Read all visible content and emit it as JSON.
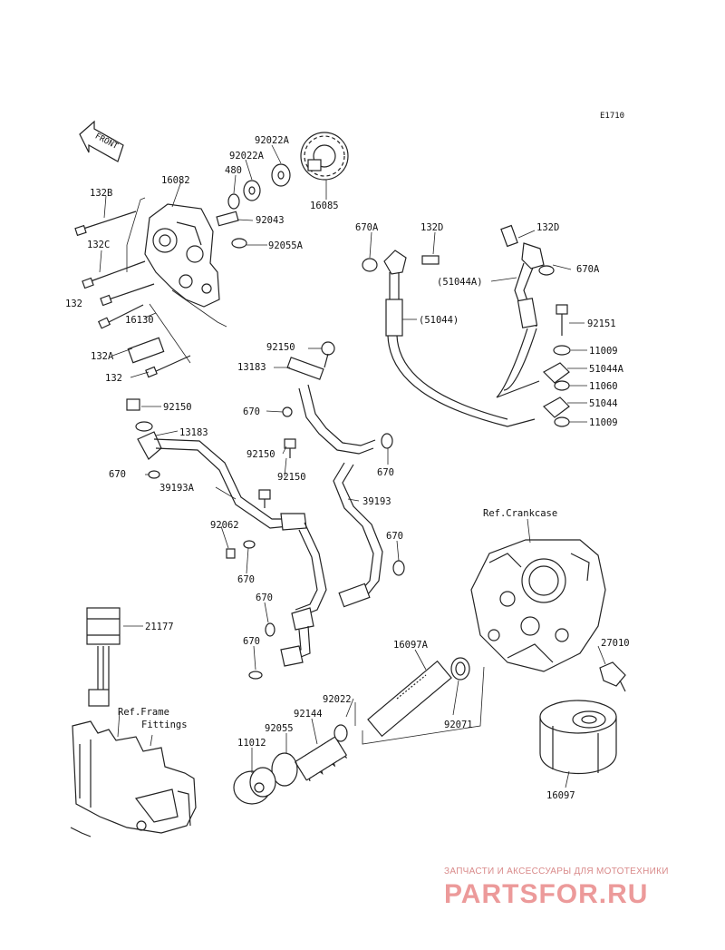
{
  "diagram_code": "E1710",
  "front_label": "FRONT",
  "labels": {
    "p92022A_1": "92022A",
    "p92022A_2": "92022A",
    "p480": "480",
    "p16082": "16082",
    "p132B": "132B",
    "p92043": "92043",
    "p16085": "16085",
    "p92055A": "92055A",
    "p132C": "132C",
    "p132": "132",
    "p16130": "16130",
    "p132A": "132A",
    "p132_2": "132",
    "p670A_1": "670A",
    "p132D_1": "132D",
    "p132D_2": "132D",
    "p670A_2": "670A",
    "p51044A_top": "(51044A)",
    "p51044_top": "(51044)",
    "p92151": "92151",
    "p11009_1": "11009",
    "p51044A": "51044A",
    "p11060": "11060",
    "p51044": "51044",
    "p11009_2": "11009",
    "p92150_1": "92150",
    "p13183_1": "13183",
    "p92150_2": "92150",
    "p13183_2": "13183",
    "p670_1": "670",
    "p92150_3": "92150",
    "p92150_4": "92150",
    "p670_2": "670",
    "p670_3": "670",
    "p39193A": "39193A",
    "p39193": "39193",
    "p92062": "92062",
    "p670_4": "670",
    "p670_5": "670",
    "p670_6": "670",
    "p670_7": "670",
    "ref_crankcase": "Ref.Crankcase",
    "p21177": "21177",
    "p16097A": "16097A",
    "p27010": "27010",
    "p92022": "92022",
    "p92071": "92071",
    "ref_frame_1": "Ref.Frame",
    "ref_frame_2": "Fittings",
    "p92144": "92144",
    "p92055": "92055",
    "p11012": "11012",
    "p16097": "16097"
  },
  "watermark": {
    "tagline": "ЗАПЧАСТИ И АКСЕССУАРЫ ДЛЯ МОТОТЕХНИКИ",
    "brand": "PARTSFOR.RU"
  },
  "colors": {
    "line": "#222222",
    "watermark": "#ec9a9a"
  }
}
